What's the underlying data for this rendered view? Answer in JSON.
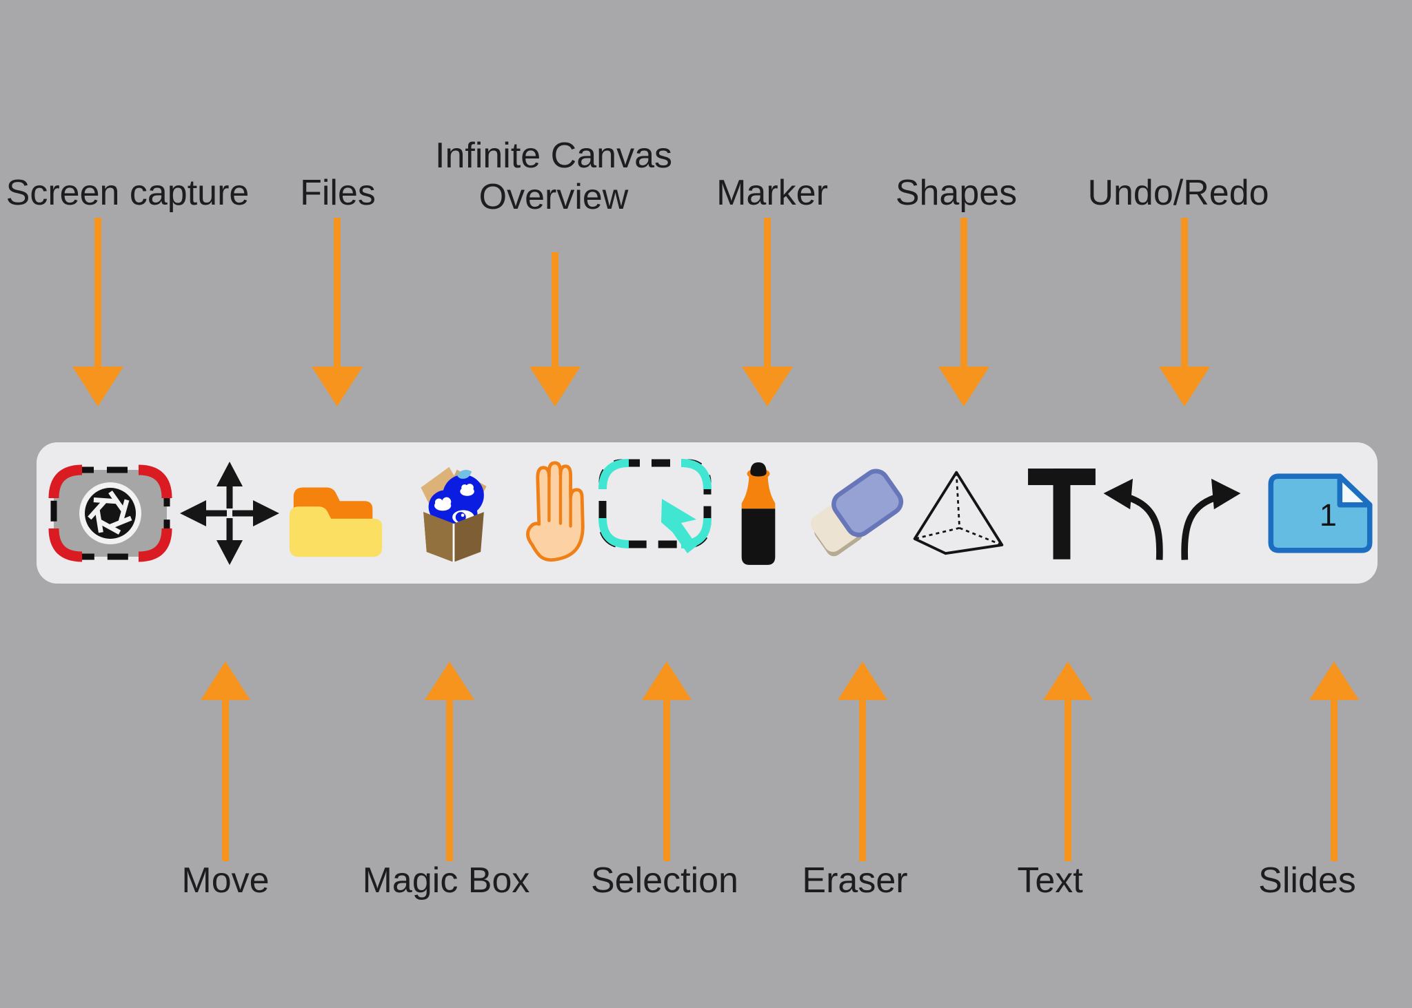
{
  "diagram": {
    "background_color": "#a8a8ab",
    "toolbar_background": "#ebebed",
    "arrow_color": "#f7941e",
    "label_color": "#1d1d1f"
  },
  "icon_colors": {
    "capture_red": "#da1b22",
    "folder_orange": "#f5820d",
    "folder_yellow": "#fbdf63",
    "box_cardboard": "#dcb278",
    "box_front_brown": "#7e5e35",
    "magic_blue": "#0a1de0",
    "hand_fill": "#fcd2a4",
    "hand_stroke": "#ef8018",
    "selection_turquoise": "#41e6d2",
    "eraser_blue": "#97a2d4",
    "eraser_cream": "#ece3d3",
    "slide_fill": "#64bce3",
    "slide_border": "#1c6ec1",
    "ink_black": "#141414"
  },
  "toolbar": {
    "slides_page_number": "1"
  },
  "tools": [
    {
      "name": "screen-capture",
      "label": "Screen capture",
      "label_position": "top"
    },
    {
      "name": "move",
      "label": "Move",
      "label_position": "bottom"
    },
    {
      "name": "files",
      "label": "Files",
      "label_position": "top"
    },
    {
      "name": "magic-box",
      "label": "Magic Box",
      "label_position": "bottom"
    },
    {
      "name": "infinite-canvas-overview",
      "label": "Infinite Canvas Overview",
      "label_position": "top"
    },
    {
      "name": "selection",
      "label": "Selection",
      "label_position": "bottom"
    },
    {
      "name": "marker",
      "label": "Marker",
      "label_position": "top"
    },
    {
      "name": "eraser",
      "label": "Eraser",
      "label_position": "bottom"
    },
    {
      "name": "shapes",
      "label": "Shapes",
      "label_position": "top"
    },
    {
      "name": "text",
      "label": "Text",
      "label_position": "bottom"
    },
    {
      "name": "undo-redo",
      "label": "Undo/Redo",
      "label_position": "top"
    },
    {
      "name": "slides",
      "label": "Slides",
      "label_position": "bottom",
      "page_number": "1"
    }
  ]
}
